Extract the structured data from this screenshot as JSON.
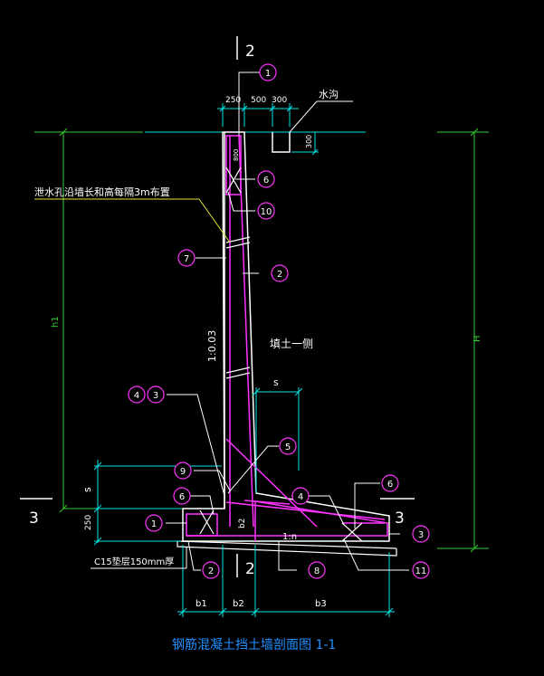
{
  "title": "钢筋混凝土挡土墙剖面图 1-1",
  "footer_text": "",
  "labels": {
    "section_mark_2": "2",
    "section_mark_3": "3",
    "ditch": "水沟",
    "weep_hole_note": "泄水孔沿墙长和高每隔3m布置",
    "fill_side": "填土一侧",
    "slope": "1:0.03",
    "base_slope": "1:n",
    "cushion_note": "C15垫层150mm厚",
    "height_h1": "h1",
    "height_H": "H",
    "inner_800": "800",
    "b2_vertical": "b2"
  },
  "dimensions": {
    "top_250": "250",
    "top_500": "500",
    "top_300": "300",
    "ditch_depth": "300",
    "heel_s": "s",
    "left_s": "s",
    "left_250": "250",
    "b1": "b1",
    "b2": "b2",
    "b3": "b3"
  },
  "callouts": [
    "1",
    "2",
    "3",
    "4",
    "5",
    "6",
    "7",
    "8",
    "9",
    "10",
    "11"
  ],
  "colors": {
    "background": "#000000",
    "concrete_outline": "#ffffff",
    "rebar": "#ff33ff",
    "dimension": "#00e5e5",
    "ground_line": "#33cc33",
    "leader": "#ffffff",
    "note_leader": "#e5e533",
    "title": "#1e90ff"
  }
}
